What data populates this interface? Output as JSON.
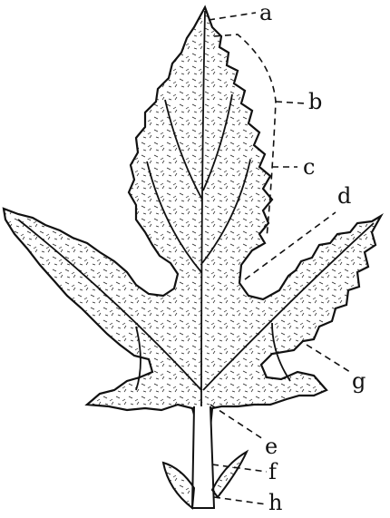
{
  "diagram": {
    "labels": {
      "a": "a",
      "b": "b",
      "c": "c",
      "d": "d",
      "e": "e",
      "f": "f",
      "g": "g",
      "h": "h"
    },
    "colors": {
      "ink": "#111111",
      "paper": "#ffffff"
    }
  }
}
